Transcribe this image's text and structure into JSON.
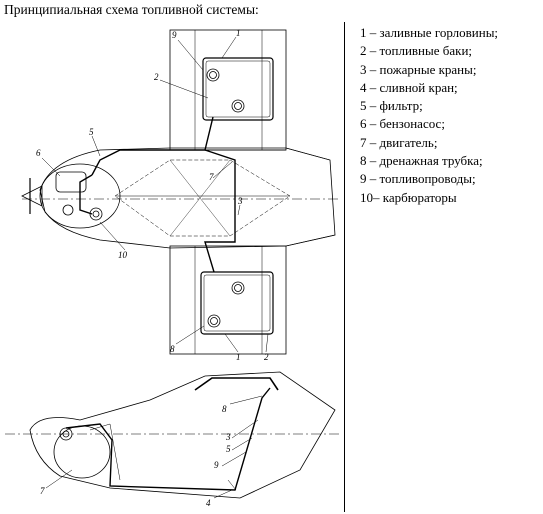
{
  "title": "Принципиальная схема топливной системы:",
  "legend": [
    "1 – заливные горловины;",
    "2 – топливные баки;",
    "3 – пожарные краны;",
    "4 – сливной кран;",
    "5 – фильтр;",
    "6 – бензонасос;",
    "7 – двигатель;",
    "8 – дренажная трубка;",
    "9 – топливопроводы;",
    "10– карбюраторы"
  ],
  "callouts": {
    "top_view": {
      "upper_tank_9": "9",
      "upper_tank_1": "1",
      "upper_tank_2": "2",
      "fuselage_7": "7",
      "engine_6": "6",
      "engine_5": "5",
      "line_3": "3",
      "carb_10": "10",
      "lower_tank_8": "8",
      "lower_tank_1": "1",
      "lower_tank_2": "2"
    },
    "side_view": {
      "label_8": "8",
      "label_3": "3",
      "label_5": "5",
      "label_9": "9",
      "label_4": "4",
      "nose_7": "7"
    }
  }
}
